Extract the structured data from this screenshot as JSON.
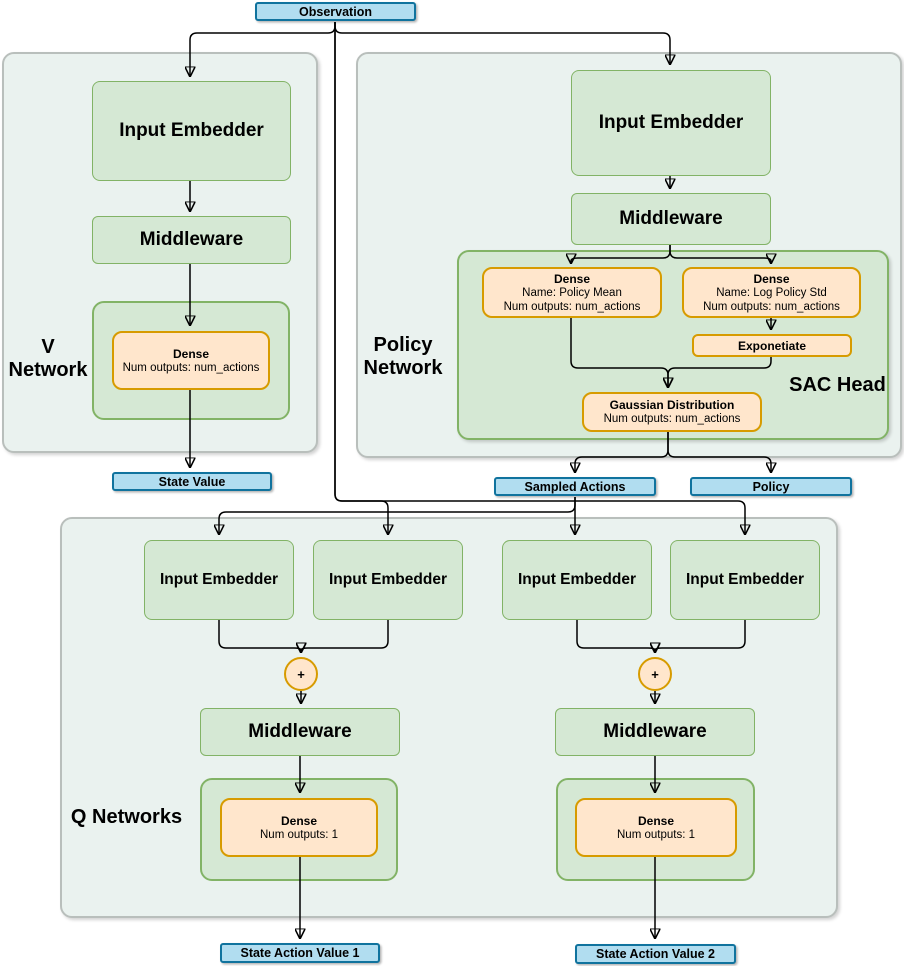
{
  "palette": {
    "green_fill": "#d5e8d4",
    "green_border": "#82b366",
    "orange_fill": "#ffe6cc",
    "orange_border": "#d79b00",
    "blue_fill": "#b1ddf0",
    "blue_border": "#10739e",
    "container_fill": "#eaf2ef",
    "container_border": "#b9bfbc"
  },
  "observation": {
    "label": "Observation"
  },
  "v_network": {
    "title": "V Network",
    "input_embedder": "Input Embedder",
    "middleware": "Middleware",
    "dense": {
      "title": "Dense",
      "subtitle": "Num outputs: num_actions"
    },
    "output": "State Value"
  },
  "policy_network": {
    "title": "Policy Network",
    "input_embedder": "Input Embedder",
    "middleware": "Middleware",
    "sac_head": {
      "title": "SAC Head",
      "dense_mean": {
        "title": "Dense",
        "line2": "Name: Policy Mean",
        "line3": "Num outputs: num_actions"
      },
      "dense_std": {
        "title": "Dense",
        "line2": "Name: Log Policy Std",
        "line3": "Num outputs: num_actions"
      },
      "exponentiate": "Exponetiate",
      "gaussian": {
        "title": "Gaussian Distribution",
        "subtitle": "Num outputs: num_actions"
      }
    },
    "outputs": {
      "sampled_actions": "Sampled Actions",
      "policy": "Policy"
    }
  },
  "q_networks": {
    "title": "Q Networks",
    "input_embedder": "Input Embedder",
    "plus": "+",
    "middleware": "Middleware",
    "dense": {
      "title": "Dense",
      "subtitle": "Num outputs: 1"
    },
    "outputs": {
      "q1": "State Action Value 1",
      "q2": "State Action Value 2"
    }
  }
}
